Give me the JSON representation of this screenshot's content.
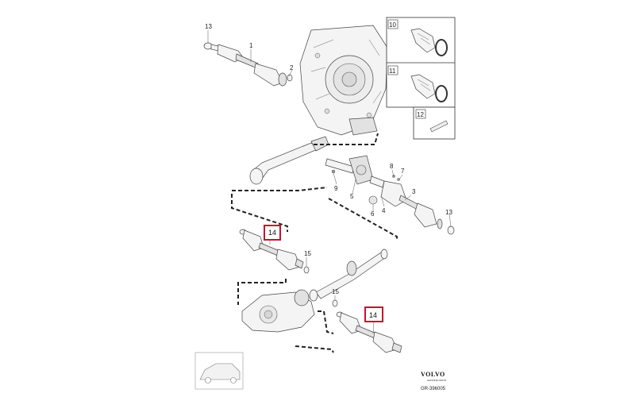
{
  "callouts": {
    "c1": "1",
    "c2": "2",
    "c3": "3",
    "c4": "4",
    "c5": "5",
    "c6": "6",
    "c7": "7",
    "c8": "8",
    "c9": "9",
    "c13a": "13",
    "c13b": "13",
    "c15a": "15",
    "c15b": "15"
  },
  "inset_boxes": {
    "box10": "10",
    "box11": "11",
    "box12": "12"
  },
  "highlighted": {
    "h14a": "14",
    "h14b": "14"
  },
  "colors": {
    "highlight": "#c8102e",
    "line": "#222222"
  },
  "brand": {
    "name": "VOLVO",
    "sub": "GENUINE PARTS",
    "ref": "GR-396005"
  },
  "thumbnail": {
    "icon": "car-thumbnail-icon"
  }
}
